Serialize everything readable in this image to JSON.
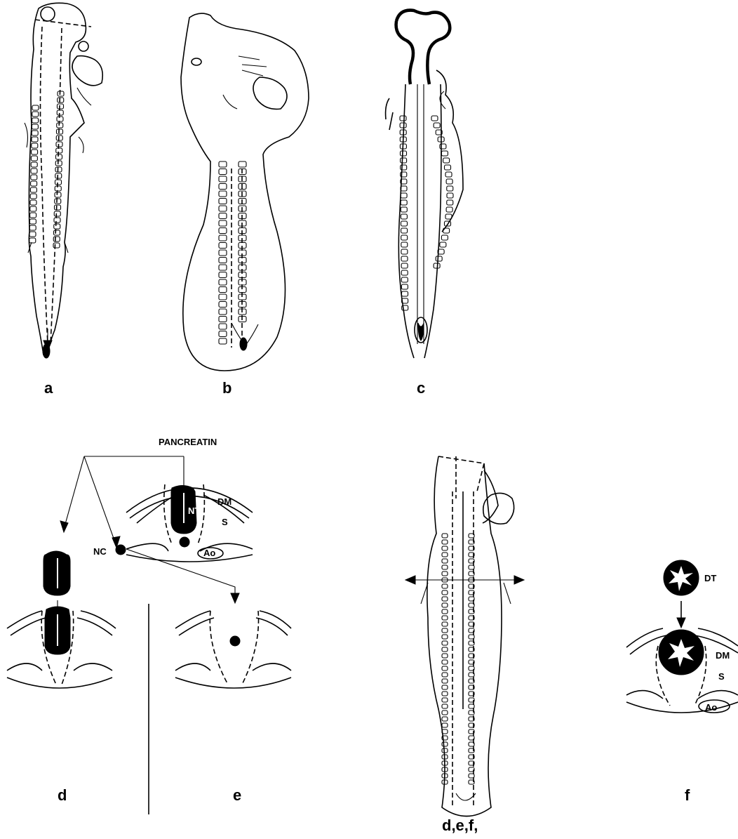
{
  "panels": {
    "a": "a",
    "b": "b",
    "c": "c",
    "d": "d",
    "e": "e",
    "f": "f",
    "def": "d,e,f,"
  },
  "labels": {
    "pancreatin": "PANCREATIN",
    "nt": "NT",
    "dm_top": "DM",
    "s_top": "S",
    "ao_top": "Ao",
    "nc": "NC",
    "dt": "DT",
    "dm_f": "DM",
    "s_f": "S",
    "ao_f": "Ao"
  }
}
